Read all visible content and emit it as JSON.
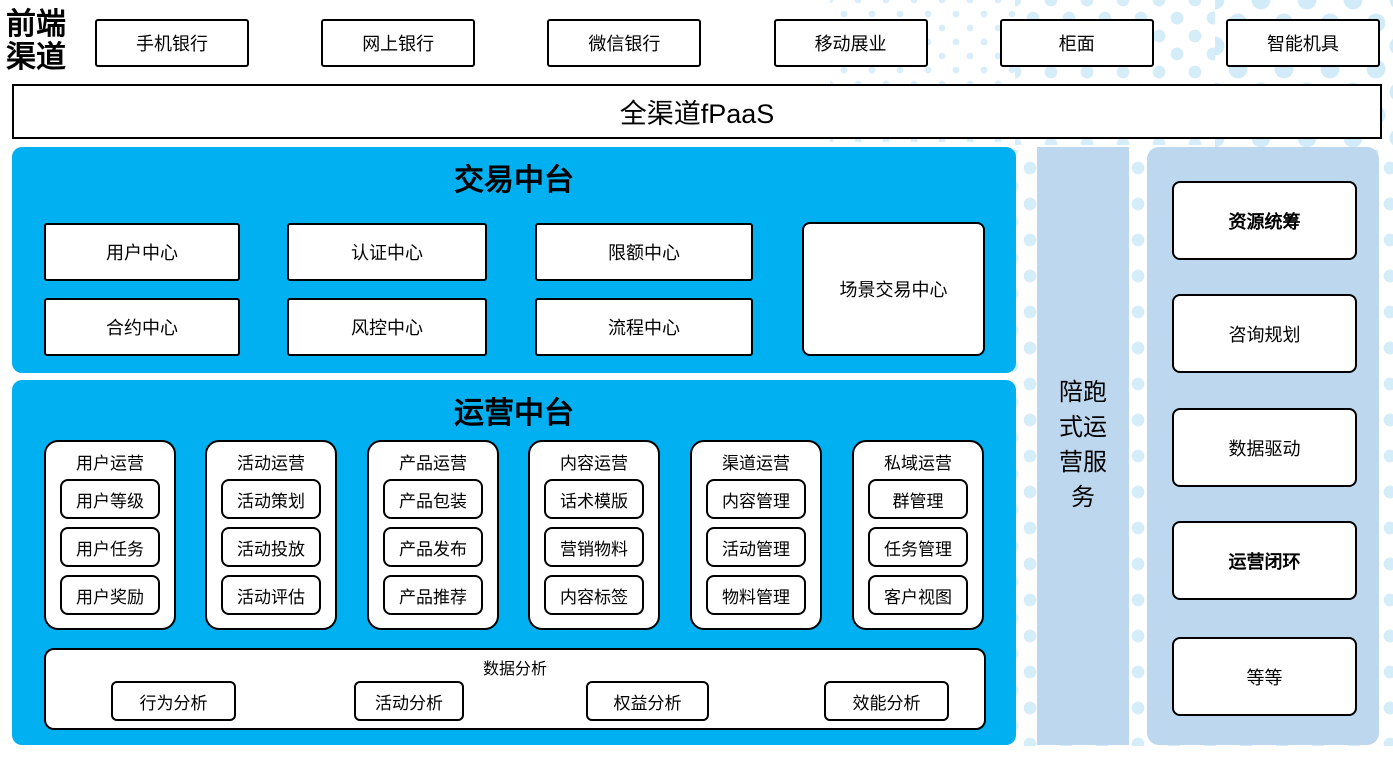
{
  "colors": {
    "accent_blue": "#00b0f0",
    "light_blue": "#bdd7ee",
    "dot_blue": "#d5ecf9",
    "box_border": "#000000"
  },
  "frontend": {
    "label": "前端渠道",
    "channels": [
      "手机银行",
      "网上银行",
      "微信银行",
      "移动展业",
      "柜面",
      "智能机具"
    ]
  },
  "fpaas": {
    "label": "全渠道fPaaS"
  },
  "transaction": {
    "title": "交易中台",
    "centers": [
      "用户中心",
      "认证中心",
      "限额中心",
      "合约中心",
      "风控中心",
      "流程中心"
    ],
    "scenario_center": "场景交易中心"
  },
  "operation": {
    "title": "运营中台",
    "columns": [
      {
        "header": "用户运营",
        "items": [
          "用户等级",
          "用户任务",
          "用户奖励"
        ]
      },
      {
        "header": "活动运营",
        "items": [
          "活动策划",
          "活动投放",
          "活动评估"
        ]
      },
      {
        "header": "产品运营",
        "items": [
          "产品包装",
          "产品发布",
          "产品推荐"
        ]
      },
      {
        "header": "内容运营",
        "items": [
          "话术模版",
          "营销物料",
          "内容标签"
        ]
      },
      {
        "header": "渠道运营",
        "items": [
          "内容管理",
          "活动管理",
          "物料管理"
        ]
      },
      {
        "header": "私域运营",
        "items": [
          "群管理",
          "任务管理",
          "客户视图"
        ]
      }
    ],
    "analysis": {
      "title": "数据分析",
      "items": [
        "行为分析",
        "活动分析",
        "权益分析",
        "效能分析"
      ]
    }
  },
  "side_service": {
    "label": "陪跑式运营服务"
  },
  "right_panel": {
    "items": [
      {
        "label": "资源统筹",
        "bold": true
      },
      {
        "label": "咨询规划",
        "bold": false
      },
      {
        "label": "数据驱动",
        "bold": false
      },
      {
        "label": "运营闭环",
        "bold": true
      },
      {
        "label": "等等",
        "bold": false
      }
    ]
  }
}
